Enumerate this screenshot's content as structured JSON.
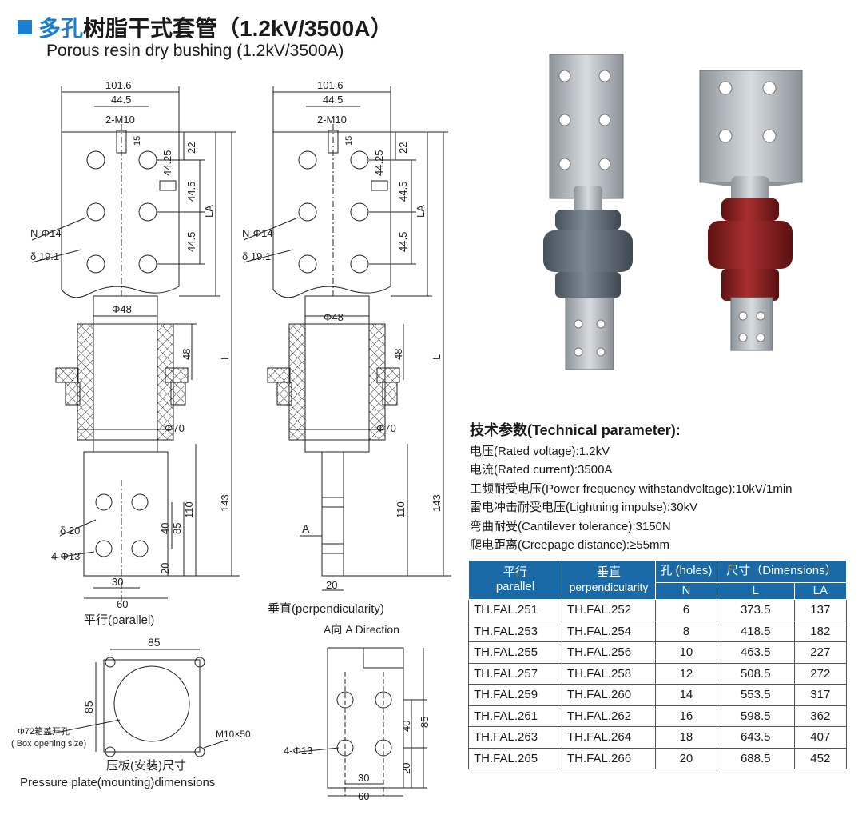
{
  "title": {
    "cn_part1": "多孔",
    "cn_part2": "树脂干式套管（1.2kV/3500A）",
    "en": "Porous resin dry bushing (1.2kV/3500A)"
  },
  "drawing_parallel": {
    "dim_width": "101.6",
    "dim_hole_spacing": "44.5",
    "dim_thread": "2-M10",
    "dim_thread_depth": "15",
    "dim_top": "22",
    "dim_offset": "44.25",
    "dim_pitch1": "44.5",
    "dim_pitch2": "44.5",
    "dim_la": "LA",
    "dim_l": "L",
    "label_holes": "N-Φ14",
    "label_thickness": "δ 19.1",
    "dim_stem": "Φ48",
    "dim_flange_h": "48",
    "dim_insulator": "Φ70",
    "dim_40": "40",
    "dim_85": "85",
    "dim_20": "20",
    "dim_110": "110",
    "dim_143": "143",
    "label_lower_thickness": "δ 20",
    "label_lower_holes": "4-Φ13",
    "dim_30": "30",
    "dim_60": "60",
    "caption": "平行(parallel)"
  },
  "drawing_perp": {
    "dim_width": "101.6",
    "dim_hole_spacing": "44.5",
    "dim_thread": "2-M10",
    "dim_thread_depth": "15",
    "dim_top": "22",
    "dim_offset": "44.25",
    "dim_pitch1": "44.5",
    "dim_pitch2": "44.5",
    "dim_la": "LA",
    "dim_l": "L",
    "label_holes": "N-Φ14",
    "label_thickness": "δ 19.1",
    "dim_stem": "Φ48",
    "dim_flange_h": "48",
    "dim_insulator": "Φ70",
    "dim_110": "110",
    "dim_143": "143",
    "label_a": "A",
    "dim_20": "20",
    "caption": "垂直(perpendicularity)"
  },
  "pressure_plate": {
    "dim_top": "85",
    "dim_left": "85",
    "label_opening": "Φ72箱盖开孔",
    "label_opening_en": "( Box opening size)",
    "label_bolt": "M10×50",
    "caption_cn": "压板(安装)尺寸",
    "caption_en": "Pressure plate(mounting)dimensions"
  },
  "a_direction": {
    "caption": "A向  A Direction",
    "dim_40": "40",
    "dim_85": "85",
    "dim_20": "20",
    "label_holes": "4-Φ13",
    "dim_30": "30",
    "dim_60": "60"
  },
  "params": {
    "heading": "技术参数(Technical parameter):",
    "items": [
      "电压(Rated voltage):1.2kV",
      "电流(Rated current):3500A",
      "工频耐受电压(Power frequency withstandvoltage):10kV/1min",
      "雷电冲击耐受电压(Lightning impulse):30kV",
      "弯曲耐受(Cantilever tolerance):3150N",
      "爬电距离(Creepage distance):≥55mm"
    ]
  },
  "table": {
    "h_parallel_cn": "平行",
    "h_parallel_en": "parallel",
    "h_perp_cn": "垂直",
    "h_perp_en": "perpendicularity",
    "h_holes": "孔 (holes)",
    "h_dims": "尺寸（Dimensions）",
    "h_n": "N",
    "h_l": "L",
    "h_la": "LA",
    "rows": [
      [
        "TH.FAL.251",
        "TH.FAL.252",
        "6",
        "373.5",
        "137"
      ],
      [
        "TH.FAL.253",
        "TH.FAL.254",
        "8",
        "418.5",
        "182"
      ],
      [
        "TH.FAL.255",
        "TH.FAL.256",
        "10",
        "463.5",
        "227"
      ],
      [
        "TH.FAL.257",
        "TH.FAL.258",
        "12",
        "508.5",
        "272"
      ],
      [
        "TH.FAL.259",
        "TH.FAL.260",
        "14",
        "553.5",
        "317"
      ],
      [
        "TH.FAL.261",
        "TH.FAL.262",
        "16",
        "598.5",
        "362"
      ],
      [
        "TH.FAL.263",
        "TH.FAL.264",
        "18",
        "643.5",
        "407"
      ],
      [
        "TH.FAL.265",
        "TH.FAL.266",
        "20",
        "688.5",
        "452"
      ]
    ]
  },
  "colors": {
    "accent": "#1a7fd0",
    "table_header": "#1b6aa8",
    "insulator_gray": "#5d6873",
    "insulator_red": "#8a1d1f"
  }
}
